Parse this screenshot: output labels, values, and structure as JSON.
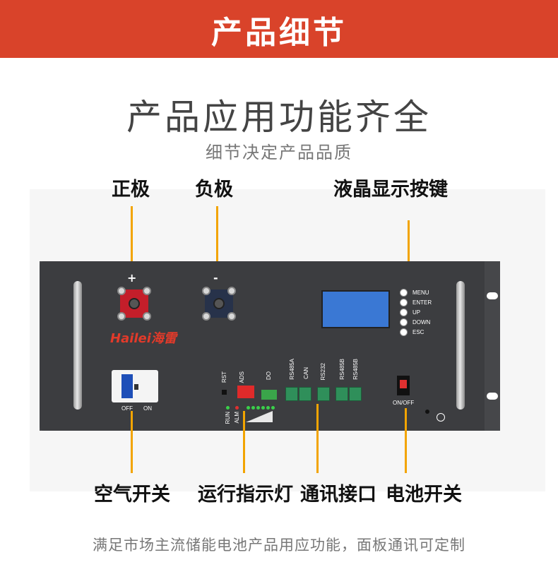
{
  "banner": {
    "title": "产品细节",
    "color": "#d9432a"
  },
  "headline": "产品应用功能齐全",
  "subhead": "细节决定产品品质",
  "callouts": {
    "positive": "正极",
    "negative": "负极",
    "lcd_buttons": "液晶显示按键",
    "air_switch": "空气开关",
    "run_indicator": "运行指示灯",
    "comm_port": "通讯接口",
    "battery_switch": "电池开关"
  },
  "panel": {
    "plus": "+",
    "minus": "-",
    "brand": "Hailei海雷",
    "buttons": [
      "MENU",
      "ENTER",
      "UP",
      "DOWN",
      "ESC"
    ],
    "breaker_off": "OFF",
    "breaker_on": "ON",
    "rst": "RST",
    "ads": "ADS",
    "do": "DO",
    "run": "RUN",
    "alm": "ALM",
    "ports": [
      "RS485A",
      "CAN",
      "RS232",
      "RS485B",
      "RS485B"
    ],
    "onoff": "ON/OFF"
  },
  "footer": "满足市场主流储能电池产品用应功能，面板通讯可定制",
  "accent_line_color": "#f2a400"
}
